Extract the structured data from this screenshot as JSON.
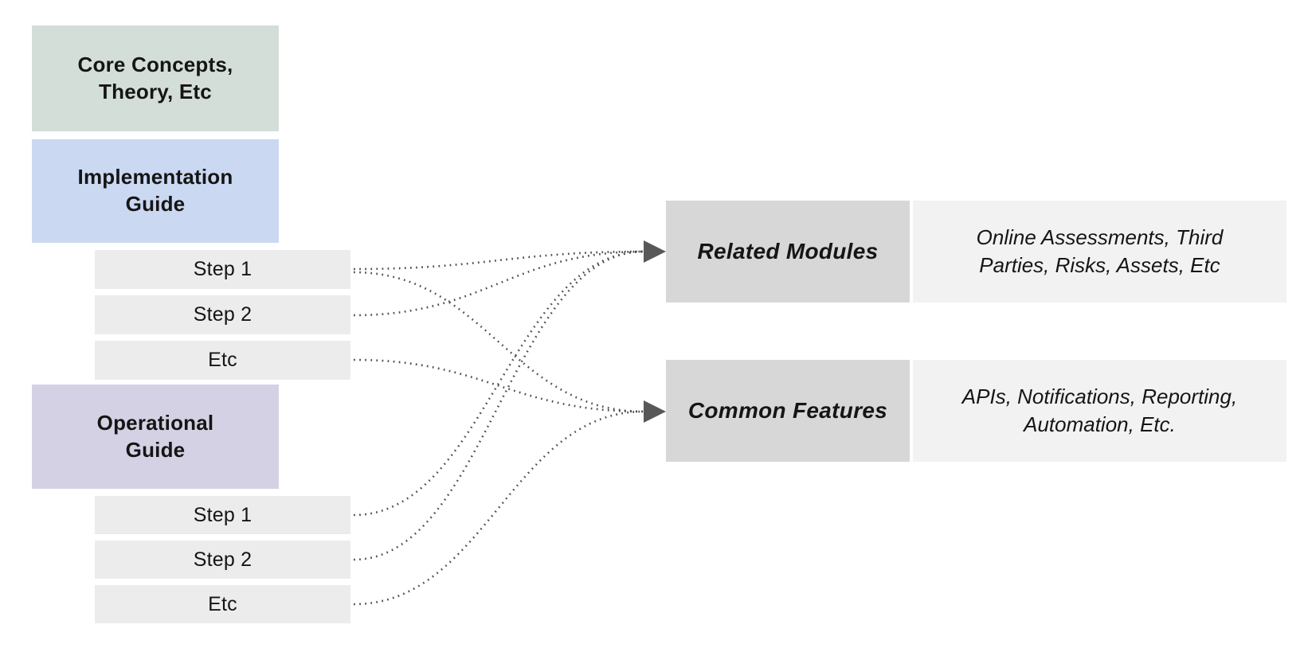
{
  "diagram": {
    "left_column": {
      "core_box": {
        "label": "Core Concepts,\nTheory, Etc",
        "bg": "#d4ded9"
      },
      "implementation": {
        "label": "Implementation\nGuide",
        "bg": "#cbd8f1",
        "steps": [
          {
            "label": "Step 1"
          },
          {
            "label": "Step 2"
          },
          {
            "label": "Etc"
          }
        ]
      },
      "operational": {
        "label": "Operational\nGuide",
        "bg": "#d5d1e4",
        "steps": [
          {
            "label": "Step 1"
          },
          {
            "label": "Step 2"
          },
          {
            "label": "Etc"
          }
        ]
      }
    },
    "right_column": {
      "rows": [
        {
          "title": "Related Modules",
          "description": "Online Assessments, Third\nParties, Risks, Assets, Etc",
          "title_bg": "#d7d7d7",
          "desc_bg": "#f2f2f2"
        },
        {
          "title": "Common Features",
          "description": "APIs, Notifications, Reporting,\nAutomation, Etc.",
          "title_bg": "#d7d7d7",
          "desc_bg": "#f2f2f2"
        }
      ]
    },
    "connectors": {
      "style": "dotted",
      "color": "#4b4b4b",
      "arrow_color": "#585858",
      "links": [
        {
          "from": "impl_step1",
          "to": "related_modules"
        },
        {
          "from": "impl_step1b",
          "to": "common_features"
        },
        {
          "from": "impl_step2",
          "to": "related_modules"
        },
        {
          "from": "impl_etc",
          "to": "common_features"
        },
        {
          "from": "oper_step1",
          "to": "related_modules"
        },
        {
          "from": "oper_step2",
          "to": "related_modules"
        },
        {
          "from": "oper_etc",
          "to": "common_features"
        }
      ]
    }
  }
}
